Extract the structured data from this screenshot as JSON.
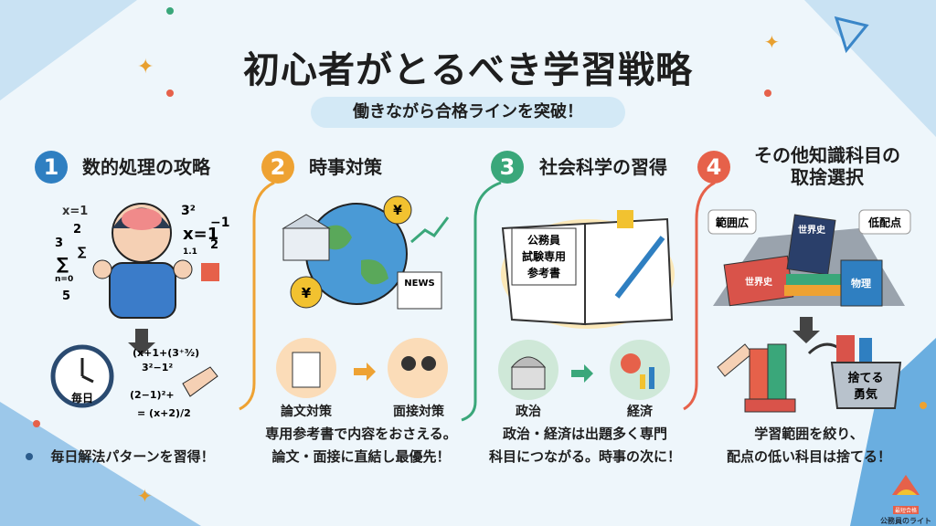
{
  "title": "初心者がとるべき学習戦略",
  "subtitle": "働きながら合格ラインを突破！",
  "colors": {
    "s1": "#2f7fc1",
    "s2": "#eea232",
    "s3": "#3aa77a",
    "s4": "#e6614a"
  },
  "sections": [
    {
      "num": "1",
      "heading": "数的処理の攻略",
      "clock_label": "毎日",
      "math": [
        "x=1",
        "2",
        "3²",
        "−1",
        "3",
        "∑",
        "x=1",
        "1.1",
        "2",
        "∑",
        "n=0",
        "5"
      ],
      "formula": [
        "(x+1+(3⁺³⁄₂)",
        "3²−1²",
        "(2−1)²+",
        "= (x+2)/2"
      ],
      "desc": [
        "毎日解法パターンを習得！"
      ]
    },
    {
      "num": "2",
      "heading": "時事対策",
      "icons": {
        "yen": "¥",
        "news": "NEWS"
      },
      "items": [
        "論文対策",
        "面接対策"
      ],
      "desc": [
        "専用参考書で内容をおさえる。",
        "論文・面接に直結し最優先！"
      ]
    },
    {
      "num": "3",
      "heading": "社会科学の習得",
      "book": [
        "公務員",
        "試験専用",
        "参考書"
      ],
      "items": [
        "政治",
        "経済"
      ],
      "desc": [
        "政治・経済は出題多く専門",
        "科目につながる。時事の次に！"
      ]
    },
    {
      "num": "4",
      "heading": [
        "その他知識科目の",
        "取捨選択"
      ],
      "tags": [
        "範囲広",
        "低配点"
      ],
      "books": [
        "世界史",
        "世界史",
        "物理"
      ],
      "bin": [
        "捨てる",
        "勇気"
      ],
      "desc": [
        "学習範囲を絞り、",
        "配点の低い科目は捨てる！"
      ]
    }
  ],
  "logo": {
    "badge": "最短合格",
    "name": "公務員のライト"
  }
}
